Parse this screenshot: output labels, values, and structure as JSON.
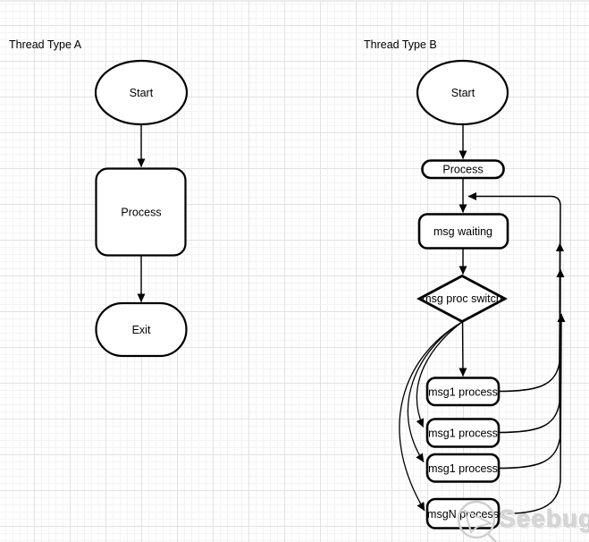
{
  "canvas": {
    "watermark": {
      "text": "Seebug"
    },
    "colors": {
      "shape_stroke": "#000000",
      "shape_fill": "#ffffff",
      "grid_minor": "#f3f3f3",
      "grid_major": "#e2e2e2",
      "watermark_gray": "#d7d7d7"
    }
  },
  "flowchart_a": {
    "title": "Thread Type A",
    "nodes": [
      {
        "id": "a-start",
        "type": "ellipse",
        "label": "Start"
      },
      {
        "id": "a-process",
        "type": "rounded-rect",
        "label": "Process"
      },
      {
        "id": "a-exit",
        "type": "terminator",
        "label": "Exit"
      }
    ]
  },
  "flowchart_b": {
    "title": "Thread Type B",
    "nodes": [
      {
        "id": "b-start",
        "type": "ellipse",
        "label": "Start"
      },
      {
        "id": "b-process",
        "type": "rounded-rect",
        "label": "Process"
      },
      {
        "id": "b-msg-waiting",
        "type": "rounded-rect",
        "label": "msg waiting"
      },
      {
        "id": "b-switch",
        "type": "decision",
        "label": "msg proc switch"
      },
      {
        "id": "b-msg1",
        "type": "rounded-rect",
        "label": "msg1 process"
      },
      {
        "id": "b-msg2",
        "type": "rounded-rect",
        "label": "msg1 process"
      },
      {
        "id": "b-msg3",
        "type": "rounded-rect",
        "label": "msg1 process"
      },
      {
        "id": "b-msgn",
        "type": "rounded-rect",
        "label": "msgN process"
      }
    ]
  }
}
